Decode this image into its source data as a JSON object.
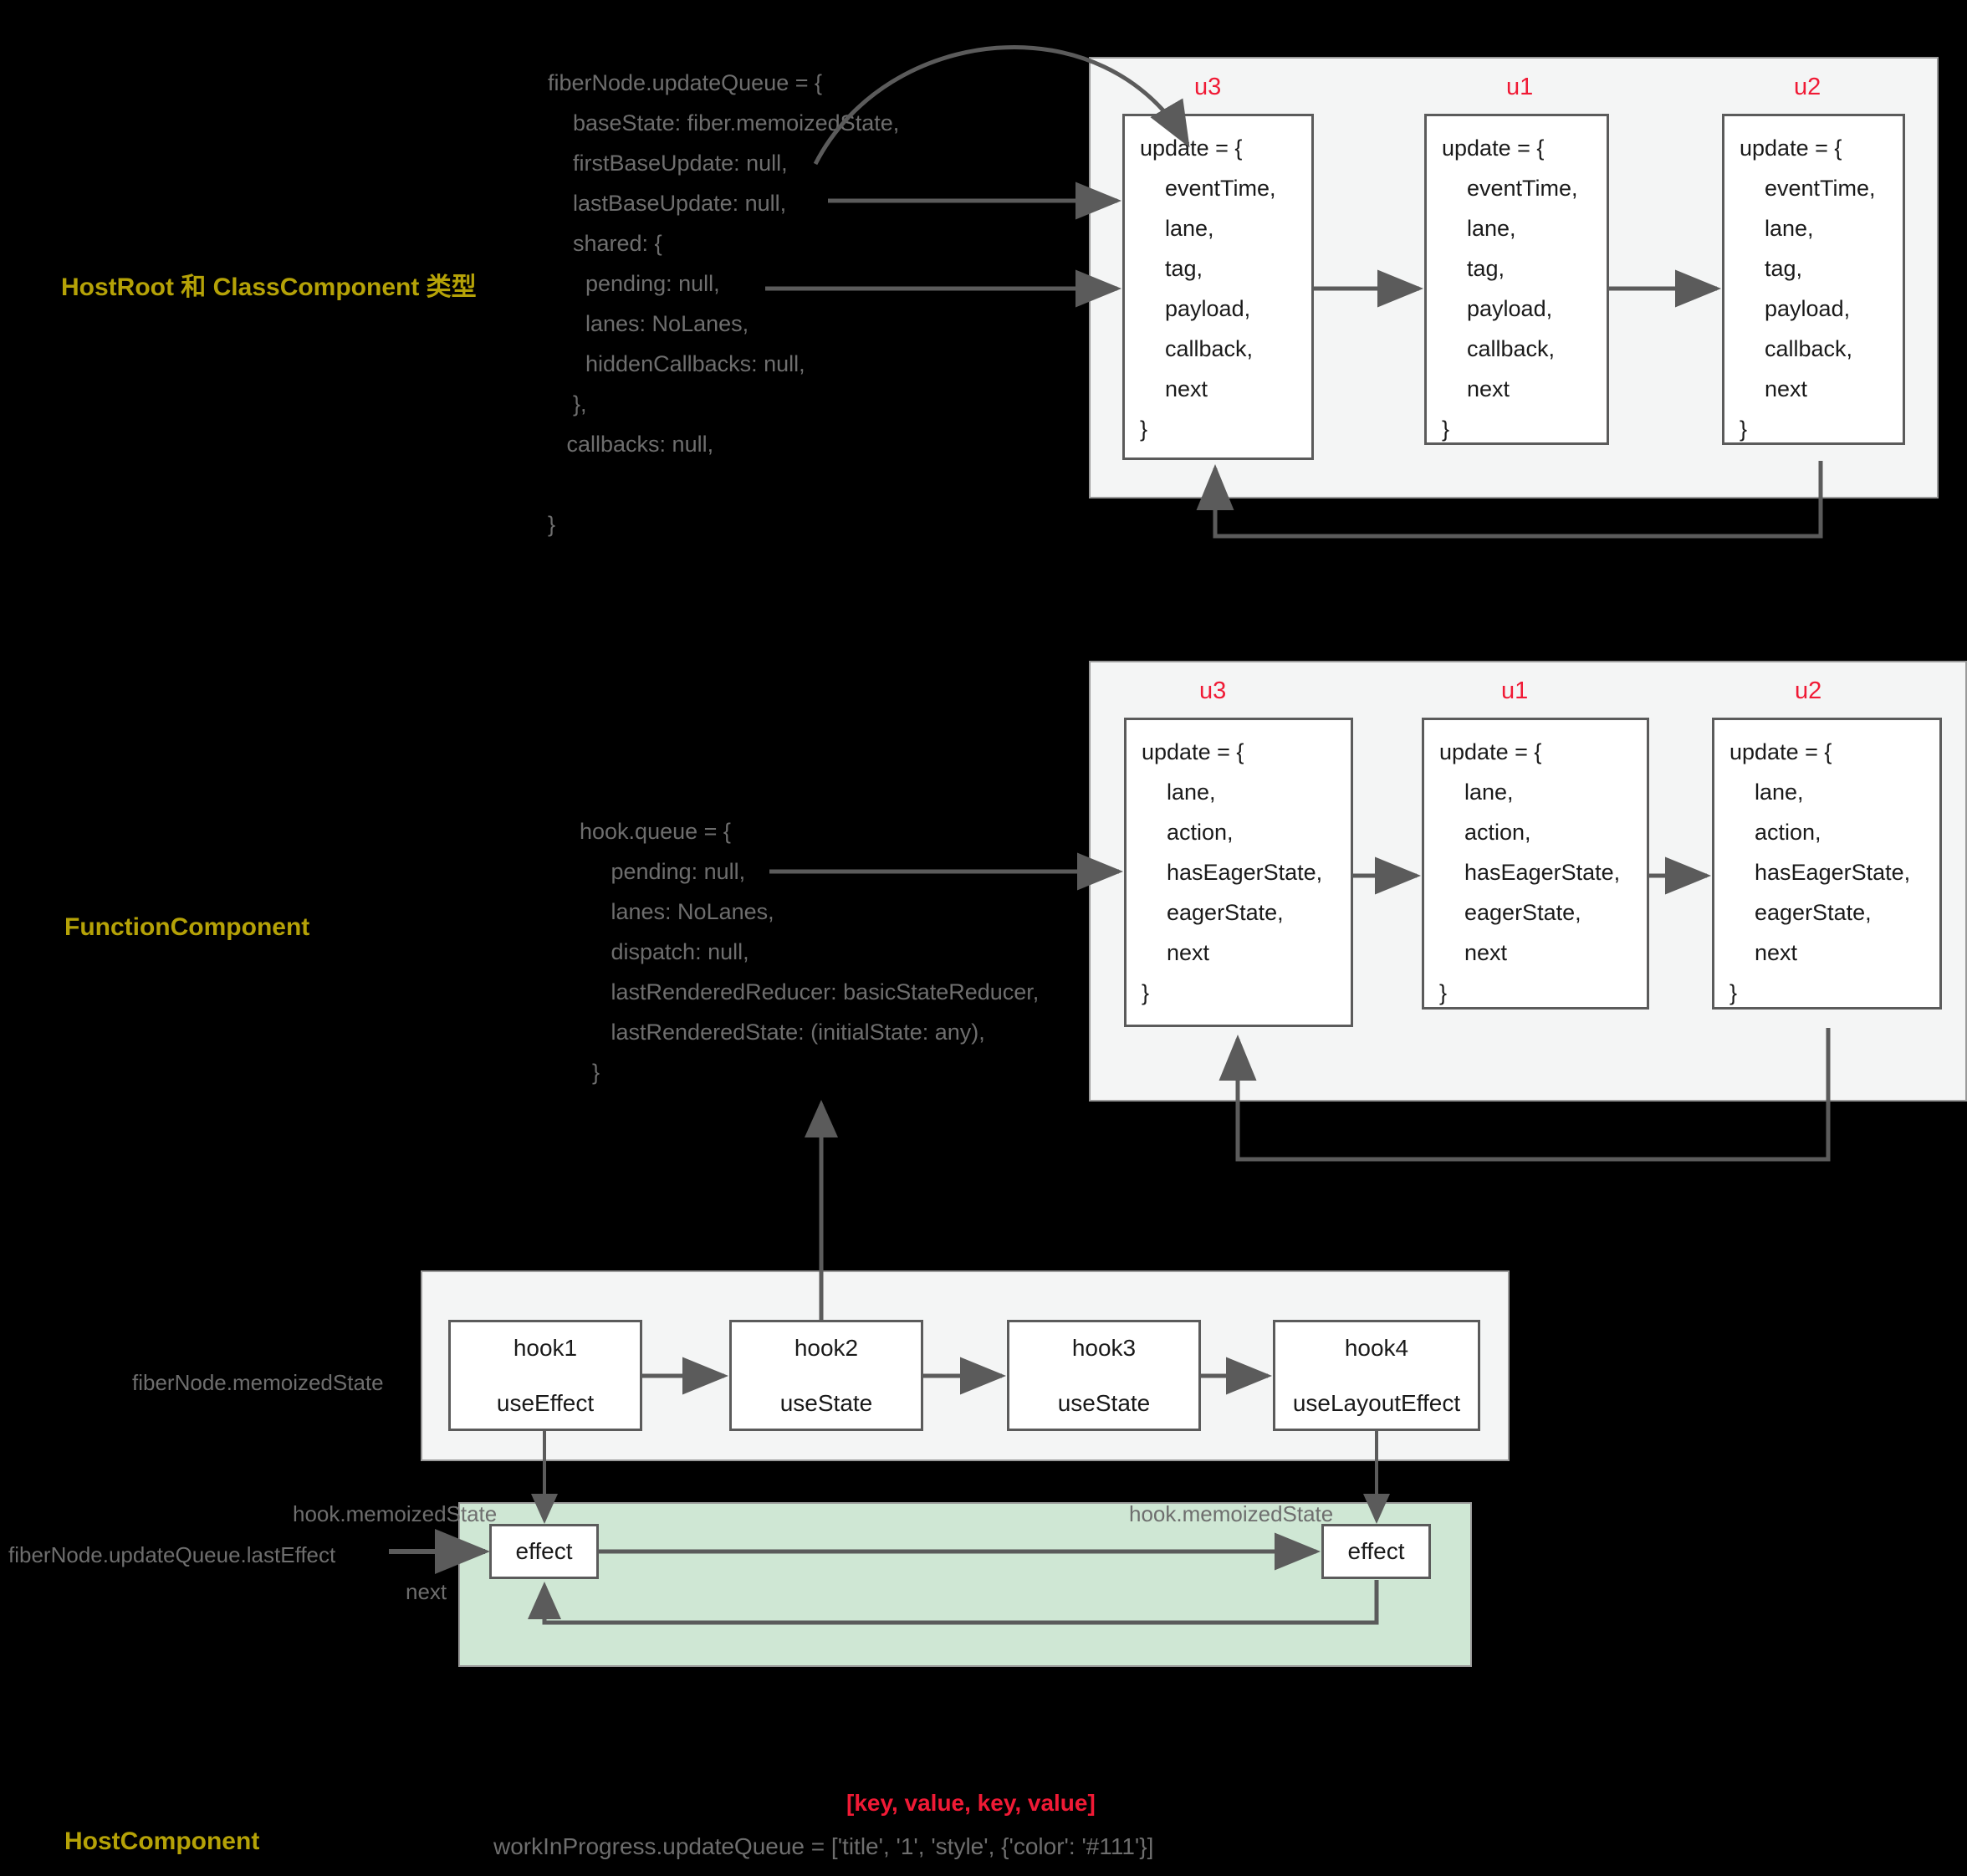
{
  "sections": {
    "hostroot_label": "HostRoot 和 ClassComponent 类型",
    "function_label": "FunctionComponent",
    "host_label": "HostComponent"
  },
  "colors": {
    "accent_label": "#B5A207",
    "tag_red": "#F01A35",
    "panel_bg": "#F4F5F5",
    "green_bg": "#CFE7D4",
    "line": "#5b5b5b",
    "code_text": "#6E6E6E"
  },
  "code_blocks": {
    "fiber_update_queue": "fiberNode.updateQueue = {\n    baseState: fiber.memoizedState,\n    firstBaseUpdate: null,\n    lastBaseUpdate: null,\n    shared: {\n      pending: null,\n      lanes: NoLanes,\n      hiddenCallbacks: null,\n    },\n   callbacks: null,\n\n}",
    "hook_queue": "hook.queue = {\n     pending: null,\n     lanes: NoLanes,\n     dispatch: null,\n     lastRenderedReducer: basicStateReducer,\n     lastRenderedState: (initialState: any),\n  }"
  },
  "class_queue": {
    "tags": [
      "u3",
      "u1",
      "u2"
    ],
    "update_text": "update = {\n    eventTime,\n    lane,\n    tag,\n    payload,\n    callback,\n    next\n}"
  },
  "hook_queue": {
    "tags": [
      "u3",
      "u1",
      "u2"
    ],
    "update_text": "update = {\n    lane,\n    action,\n    hasEagerState,\n    eagerState,\n    next\n}"
  },
  "hooks": {
    "items": [
      {
        "name": "hook1",
        "type": "useEffect"
      },
      {
        "name": "hook2",
        "type": "useState"
      },
      {
        "name": "hook3",
        "type": "useState"
      },
      {
        "name": "hook4",
        "type": "useLayoutEffect"
      }
    ],
    "effects": [
      "effect",
      "effect"
    ]
  },
  "annotations": {
    "fiber_memoized_state": "fiberNode.memoizedState",
    "hook_memoized_state_left": "hook.memoizedState",
    "hook_memoized_state_right": "hook.memoizedState",
    "fiber_last_effect": "fiberNode.updateQueue.lastEffect",
    "next": "next"
  },
  "host_component": {
    "key_value": "[key, value, key, value]",
    "update_queue": "workInProgress.updateQueue = ['title', '1', 'style', {'color': '#111'}]"
  }
}
